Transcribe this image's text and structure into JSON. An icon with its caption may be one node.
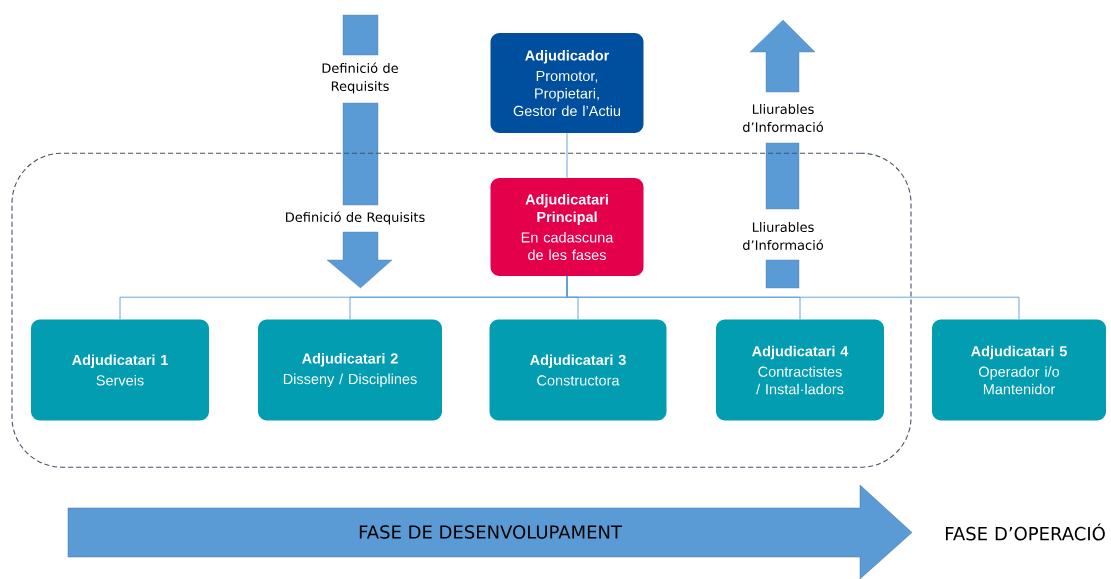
{
  "diagram": {
    "nodes": [
      {
        "text": [
          "Adjudicador",
          "Promotor, Propietari, Gestor de l’Actiu"
        ]
      },
      {
        "text": [],
        "shape": "box"
      },
      {
        "text": [
          "Adjudicatari Principal",
          "En cadascuna de les fases"
        ],
        "in": 1
      },
      {
        "text": [
          "Adjudicatari 1",
          "Serveis"
        ],
        "in": 1
      },
      {
        "text": [
          "Adjudicatari 2",
          "Disseny / Disciplines"
        ],
        "in": 1
      },
      {
        "text": [
          "Adjudicatari 3",
          "Constructora"
        ],
        "in": 1
      },
      {
        "text": [
          "Adjudicatari 4",
          "Contractistes / Instal·ladors"
        ],
        "in": 1
      },
      {
        "text": [
          "Adjudicatari 5",
          "Operador i/o Mantenidor"
        ]
      },
      {
        "text": [
          "FASE DE DESENVOLUPAMENT"
        ]
      }
    ],
    "edges": [
      {
        "from": 0,
        "to": 2,
        "arrow": "none"
      },
      {
        "from": 2,
        "to": 3,
        "arrow": "none"
      },
      {
        "from": 2,
        "to": 4,
        "arrow": "none"
      },
      {
        "from": 2,
        "to": 5,
        "arrow": "none"
      },
      {
        "from": 2,
        "to": 6,
        "arrow": "none"
      },
      {
        "from": 2,
        "to": 7,
        "arrow": "none"
      }
    ],
    "labels": [
      "Definició de Requisits",
      "Lliurables d’Informació",
      "Definició de Requisits",
      "Lliurables d’Informació",
      "FASE D’OPERACIÓ"
    ]
  }
}
